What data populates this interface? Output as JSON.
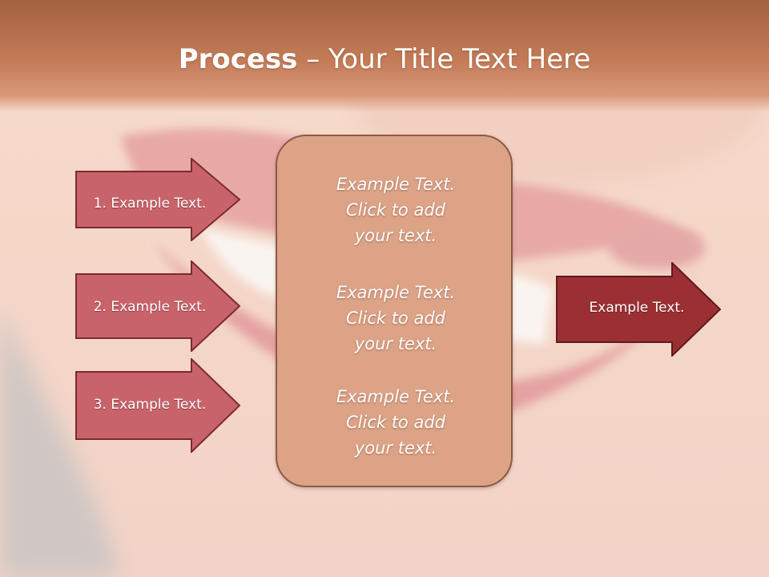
{
  "slide": {
    "title_bold": "Process",
    "title_rest": " – Your Title Text Here"
  },
  "left_arrows": [
    {
      "label": "1. Example Text."
    },
    {
      "label": "2. Example Text."
    },
    {
      "label": "3. Example Text."
    }
  ],
  "center_box": {
    "blocks": [
      {
        "line1": "Example Text.",
        "line2": "Click  to add",
        "line3": "your text."
      },
      {
        "line1": "Example Text.",
        "line2": "Click  to add",
        "line3": "your text."
      },
      {
        "line1": "Example Text.",
        "line2": "Click  to add",
        "line3": "your text."
      }
    ]
  },
  "right_arrow": {
    "label": "Example Text."
  },
  "colors": {
    "title_bar": "#c47c58",
    "left_arrow_fill": "#c9636a",
    "right_arrow_fill": "#9b2f33",
    "center_box_fill": "#dda386"
  }
}
